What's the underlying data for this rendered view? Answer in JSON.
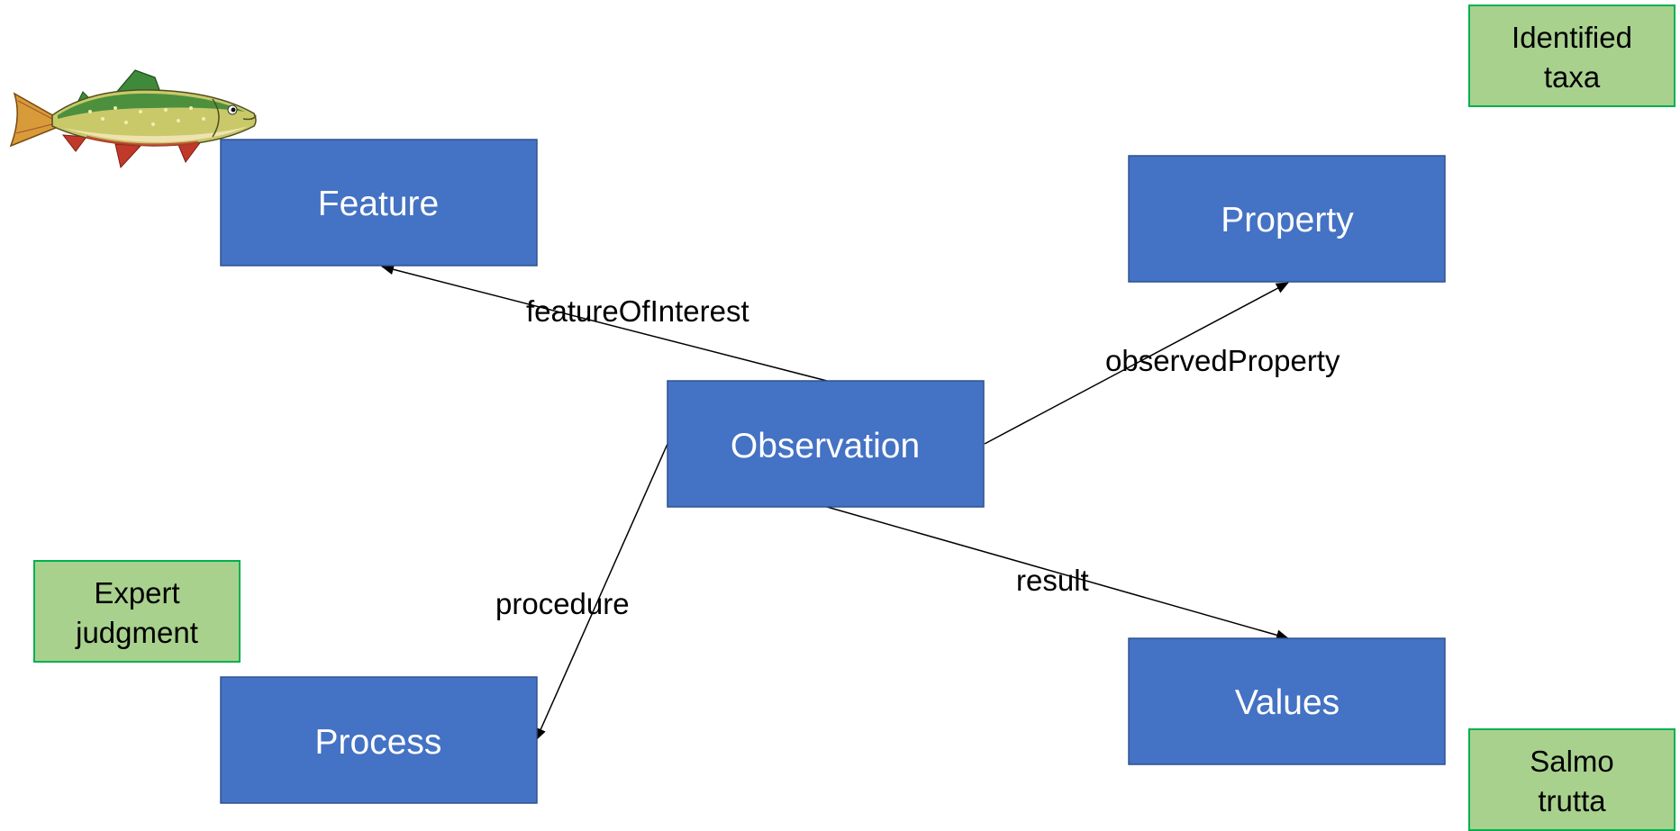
{
  "nodes": {
    "feature": {
      "label": "Feature"
    },
    "property": {
      "label": "Property"
    },
    "observation": {
      "label": "Observation"
    },
    "process": {
      "label": "Process"
    },
    "values": {
      "label": "Values"
    }
  },
  "notes": {
    "identified_taxa": {
      "line1": "Identified",
      "line2": "taxa"
    },
    "expert_judgment": {
      "line1": "Expert",
      "line2": "judgment"
    },
    "salmo_trutta": {
      "line1": "Salmo",
      "line2": "trutta"
    }
  },
  "edges": {
    "feature_of_interest": {
      "label": "featureOfInterest"
    },
    "observed_property": {
      "label": "observedProperty"
    },
    "procedure": {
      "label": "procedure"
    },
    "result": {
      "label": "result"
    }
  },
  "colors": {
    "node_fill": "#4472C4",
    "node_border": "#2F528F",
    "note_fill": "#A9D18E",
    "note_border": "#00B050",
    "fish_body": "#C9C96A",
    "fish_back": "#3E8A3A",
    "fish_fins": "#C0392B"
  },
  "icons": {
    "fish": "fish-trout-icon"
  }
}
